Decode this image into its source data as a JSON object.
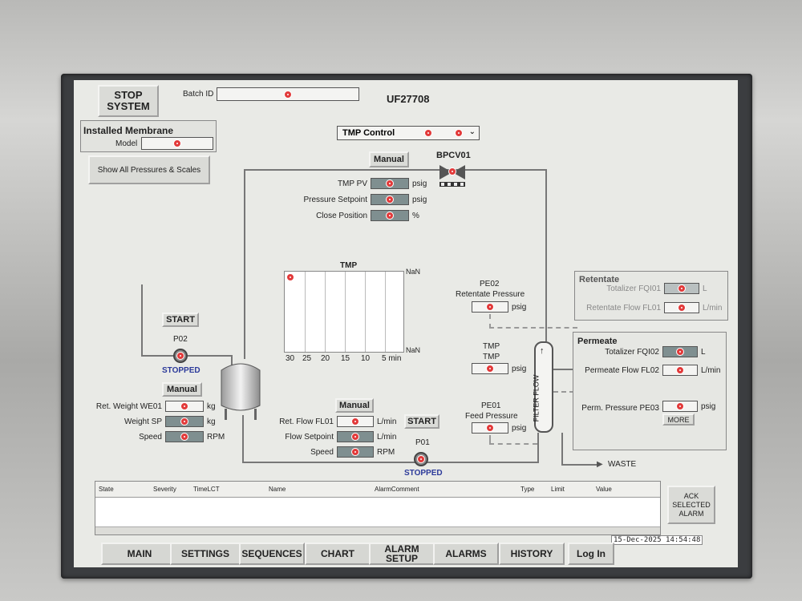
{
  "header": {
    "stop_btn": "STOP\nSYSTEM",
    "batch_label": "Batch ID",
    "unit_id": "UF27708"
  },
  "membrane": {
    "title": "Installed Membrane",
    "model_label": "Model",
    "show_all_btn": "Show All Pressures & Scales"
  },
  "control_select": {
    "label": "TMP Control"
  },
  "bpcv": {
    "manual_btn": "Manual",
    "name": "BPCV01",
    "rows": [
      {
        "label": "TMP PV",
        "unit": "psig"
      },
      {
        "label": "Pressure Setpoint",
        "unit": "psig"
      },
      {
        "label": "Close Position",
        "unit": "%"
      }
    ]
  },
  "trend": {
    "title": "TMP",
    "top_value": "NaN",
    "bottom_value": "NaN",
    "ticks": [
      "30",
      "25",
      "20",
      "15",
      "10",
      "5 min"
    ]
  },
  "p02": {
    "start_btn": "START",
    "name": "P02",
    "status": "STOPPED",
    "manual_btn": "Manual",
    "rows": [
      {
        "label": "Ret. Weight WE01",
        "unit": "kg"
      },
      {
        "label": "Weight SP",
        "unit": "kg"
      },
      {
        "label": "Speed",
        "unit": "RPM"
      }
    ]
  },
  "p01": {
    "manual_btn": "Manual",
    "start_btn": "START",
    "name": "P01",
    "status": "STOPPED",
    "rows": [
      {
        "label": "Ret. Flow FL01",
        "unit": "L/min"
      },
      {
        "label": "Flow Setpoint",
        "unit": "L/min"
      },
      {
        "label": "Speed",
        "unit": "RPM"
      }
    ]
  },
  "pe02": {
    "name": "PE02",
    "label": "Retentate Pressure",
    "unit": "psig"
  },
  "tmp_box": {
    "name": "TMP",
    "label": "TMP",
    "unit": "psig"
  },
  "pe01": {
    "name": "PE01",
    "label": "Feed Pressure",
    "unit": "psig"
  },
  "filter": {
    "label": "FILTER FLOW"
  },
  "waste": {
    "label": "WASTE"
  },
  "retentate": {
    "title": "Retentate",
    "rows": [
      {
        "label": "Totalizer FQI01",
        "unit": "L"
      },
      {
        "label": "Retentate Flow FL01",
        "unit": "L/min"
      }
    ]
  },
  "permeate": {
    "title": "Permeate",
    "rows": [
      {
        "label": "Totalizer FQI02",
        "unit": "L"
      },
      {
        "label": "Permeate Flow FL02",
        "unit": "L/min"
      },
      {
        "label": "Perm. Pressure PE03",
        "unit": "psig"
      }
    ],
    "more_btn": "MORE"
  },
  "alarm_table": {
    "columns": [
      "State",
      "Severity",
      "TimeLCT",
      "Name",
      "AlarmComment",
      "Type",
      "Limit",
      "Value"
    ],
    "ack_btn": "ACK\nSELECTED\nALARM"
  },
  "datetime": "15-Dec-2025 14:54:48",
  "nav": {
    "tabs": [
      "MAIN",
      "SETTINGS",
      "SEQUENCES",
      "CHART",
      "ALARM\nSETUP",
      "ALARMS",
      "HISTORY"
    ],
    "login": "Log In"
  },
  "colors": {
    "error_indicator": "#e23a3a",
    "status_stopped": "#2c3a9a",
    "field_bg": "#7f8f90"
  }
}
